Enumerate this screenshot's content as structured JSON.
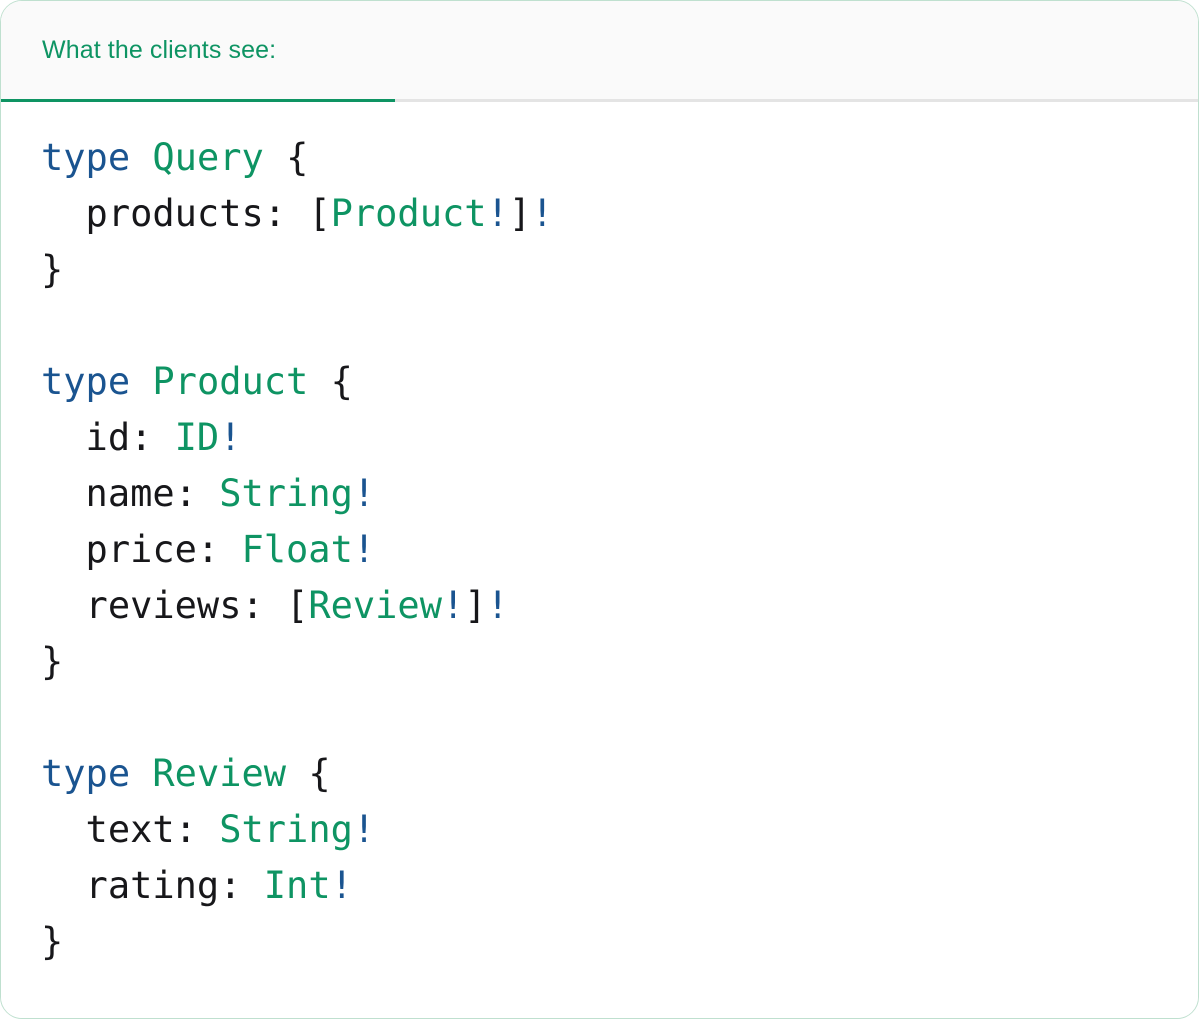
{
  "card": {
    "accent_color": "#0e9463",
    "keyword_color": "#1a5490",
    "punctuation_color": "#17171a",
    "header_background": "#fafafa",
    "body_background": "#ffffff",
    "border_color": "#bfe0cf"
  },
  "tab": {
    "label": "What the clients see:",
    "active": true
  },
  "code": {
    "language": "graphql",
    "lines": [
      {
        "id": "l1",
        "tokens": [
          {
            "t": "type",
            "k": "kw"
          },
          {
            "t": " ",
            "k": "plain"
          },
          {
            "t": "Query",
            "k": "type"
          },
          {
            "t": " ",
            "k": "plain"
          },
          {
            "t": "{",
            "k": "punc"
          }
        ]
      },
      {
        "id": "l2",
        "tokens": [
          {
            "t": "  products: ",
            "k": "field"
          },
          {
            "t": "[",
            "k": "punc"
          },
          {
            "t": "Product",
            "k": "type"
          },
          {
            "t": "!",
            "k": "bang"
          },
          {
            "t": "]",
            "k": "punc"
          },
          {
            "t": "!",
            "k": "bang"
          }
        ]
      },
      {
        "id": "l3",
        "tokens": [
          {
            "t": "}",
            "k": "punc"
          }
        ]
      },
      {
        "id": "l4",
        "tokens": []
      },
      {
        "id": "l5",
        "tokens": [
          {
            "t": "type",
            "k": "kw"
          },
          {
            "t": " ",
            "k": "plain"
          },
          {
            "t": "Product",
            "k": "type"
          },
          {
            "t": " ",
            "k": "plain"
          },
          {
            "t": "{",
            "k": "punc"
          }
        ]
      },
      {
        "id": "l6",
        "tokens": [
          {
            "t": "  id: ",
            "k": "field"
          },
          {
            "t": "ID",
            "k": "type"
          },
          {
            "t": "!",
            "k": "bang"
          }
        ]
      },
      {
        "id": "l7",
        "tokens": [
          {
            "t": "  name: ",
            "k": "field"
          },
          {
            "t": "String",
            "k": "type"
          },
          {
            "t": "!",
            "k": "bang"
          }
        ]
      },
      {
        "id": "l8",
        "tokens": [
          {
            "t": "  price: ",
            "k": "field"
          },
          {
            "t": "Float",
            "k": "type"
          },
          {
            "t": "!",
            "k": "bang"
          }
        ]
      },
      {
        "id": "l9",
        "tokens": [
          {
            "t": "  reviews: ",
            "k": "field"
          },
          {
            "t": "[",
            "k": "punc"
          },
          {
            "t": "Review",
            "k": "type"
          },
          {
            "t": "!",
            "k": "bang"
          },
          {
            "t": "]",
            "k": "punc"
          },
          {
            "t": "!",
            "k": "bang"
          }
        ]
      },
      {
        "id": "l10",
        "tokens": [
          {
            "t": "}",
            "k": "punc"
          }
        ]
      },
      {
        "id": "l11",
        "tokens": []
      },
      {
        "id": "l12",
        "tokens": [
          {
            "t": "type",
            "k": "kw"
          },
          {
            "t": " ",
            "k": "plain"
          },
          {
            "t": "Review",
            "k": "type"
          },
          {
            "t": " ",
            "k": "plain"
          },
          {
            "t": "{",
            "k": "punc"
          }
        ]
      },
      {
        "id": "l13",
        "tokens": [
          {
            "t": "  text: ",
            "k": "field"
          },
          {
            "t": "String",
            "k": "type"
          },
          {
            "t": "!",
            "k": "bang"
          }
        ]
      },
      {
        "id": "l14",
        "tokens": [
          {
            "t": "  rating: ",
            "k": "field"
          },
          {
            "t": "Int",
            "k": "type"
          },
          {
            "t": "!",
            "k": "bang"
          }
        ]
      },
      {
        "id": "l15",
        "tokens": [
          {
            "t": "}",
            "k": "punc"
          }
        ]
      }
    ]
  }
}
